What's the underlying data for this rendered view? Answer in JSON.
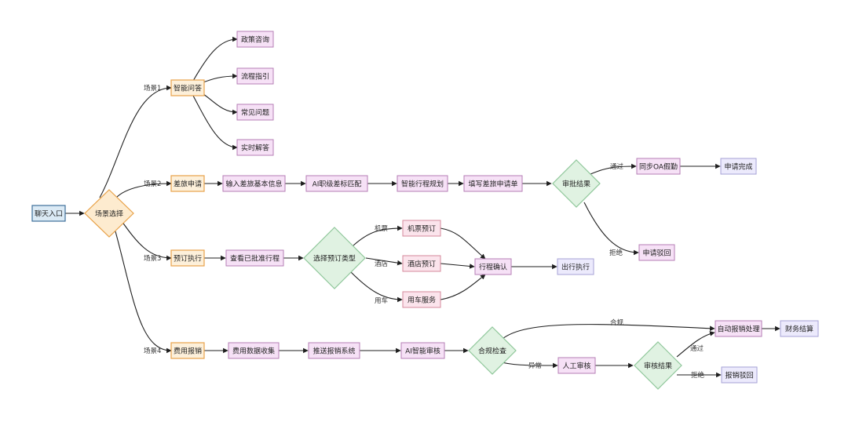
{
  "nodes": {
    "chat_entry": "聊天入口",
    "scene_select": "场景选择",
    "smart_qa": "智能问答",
    "policy_consult": "政策咨询",
    "process_guide": "流程指引",
    "faq": "常见问题",
    "realtime_answer": "实时解答",
    "travel_apply": "差旅申请",
    "input_info": "输入差旅基本信息",
    "ai_match": "AI职级差标匹配",
    "smart_plan": "智能行程规划",
    "fill_form": "填写差旅申请单",
    "approval_result": "审批结果",
    "sync_oa": "同步OA假勤",
    "apply_done": "申请完成",
    "apply_reject": "申请驳回",
    "booking": "预订执行",
    "view_trips": "查看已批准行程",
    "select_type": "选择预订类型",
    "flight_booking": "机票预订",
    "hotel_booking": "酒店预订",
    "car_service": "用车服务",
    "trip_confirm": "行程确认",
    "depart": "出行执行",
    "expense": "费用报销",
    "collect_data": "费用数据收集",
    "push_system": "推送报销系统",
    "ai_review": "AI智能审核",
    "compliance_check": "合规检查",
    "auto_process": "自动报销处理",
    "finance_settle": "财务结算",
    "manual_review": "人工审核",
    "review_result": "审核结果",
    "expense_reject": "报销驳回"
  },
  "edge_labels": {
    "scene1": "场景1",
    "scene2": "场景2",
    "scene3": "场景3",
    "scene4": "场景4",
    "pass": "通过",
    "reject": "拒绝",
    "flight": "机票",
    "hotel": "酒店",
    "car": "用车",
    "compliant": "合规",
    "abnormal": "异常",
    "pass2": "通过",
    "reject2": "拒绝"
  },
  "colors": {
    "entry_fill": "#dbeaf5",
    "entry_stroke": "#3d6f9a",
    "orange_fill": "#fdf0da",
    "orange_stroke": "#e8a24a",
    "pink_fill": "#f6e1f6",
    "pink_stroke": "#b57eb5",
    "lavender_fill": "#eceafc",
    "lavender_stroke": "#a6a2d6",
    "red_fill": "#fbe4ec",
    "red_stroke": "#d68a9b",
    "diamond_green_fill": "#e0f2e2",
    "diamond_green_stroke": "#8fc79a",
    "diamond_orange_fill": "#fdebcf",
    "diamond_orange_stroke": "#e8a24a",
    "edge": "#1f1f1f"
  }
}
